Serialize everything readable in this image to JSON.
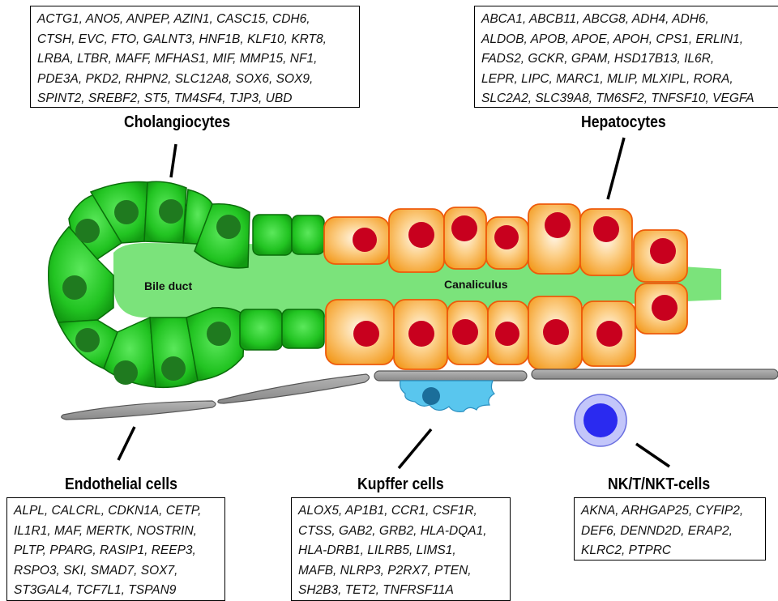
{
  "cell_types": {
    "cholangiocytes": {
      "title": "Cholangiocytes",
      "genes": [
        "ACTG1, ANO5, ANPEP, AZIN1, CASC15, CDH6,",
        "CTSH, EVC, FTO, GALNT3, HNF1B, KLF10, KRT8,",
        "LRBA, LTBR, MAFF, MFHAS1, MIF, MMP15, NF1,",
        "PDE3A, PKD2, RHPN2, SLC12A8, SOX6, SOX9,",
        "SPINT2, SREBF2, ST5, TM4SF4, TJP3, UBD"
      ]
    },
    "hepatocytes": {
      "title": "Hepatocytes",
      "genes": [
        "ABCA1, ABCB11, ABCG8, ADH4, ADH6,",
        "ALDOB, APOB, APOE, APOH, CPS1, ERLIN1,",
        "FADS2, GCKR, GPAM, HSD17B13, IL6R,",
        "LEPR, LIPC, MARC1, MLIP, MLXIPL, RORA,",
        "SLC2A2, SLC39A8, TM6SF2, TNFSF10, VEGFA"
      ]
    },
    "endothelial": {
      "title": "Endothelial cells",
      "genes": [
        "ALPL, CALCRL, CDKN1A, CETP,",
        "IL1R1, MAF, MERTK, NOSTRIN,",
        "PLTP, PPARG, RASIP1, REEP3,",
        "RSPO3, SKI, SMAD7, SOX7,",
        "ST3GAL4, TCF7L1, TSPAN9"
      ]
    },
    "kupffer": {
      "title": "Kupffer cells",
      "genes": [
        "ALOX5, AP1B1, CCR1, CSF1R,",
        "CTSS, GAB2, GRB2, HLA-DQA1,",
        "HLA-DRB1, LILRB5, LIMS1,",
        "MAFB, NLRP3, P2RX7, PTEN,",
        "SH2B3, TET2, TNFRSF11A"
      ]
    },
    "nk": {
      "title": "NK/T/NKT-cells",
      "genes": [
        "AKNA, ARHGAP25, CYFIP2,",
        "DEF6, DENND2D, ERAP2,",
        "KLRC2, PTPRC"
      ]
    }
  },
  "lumen_labels": {
    "bile_duct": "Bile duct",
    "canaliculus": "Canaliculus"
  },
  "colors": {
    "cholangiocyte_fill": "#22c422",
    "cholangiocyte_nucleus": "#1f7a1f",
    "hepatocyte_fill": "#f7a53a",
    "hepatocyte_nucleus": "#c8001e",
    "lumen": "#7be37b",
    "endothelium": "#999999",
    "kupffer": "#59c6ee",
    "kupffer_nucleus": "#1b6e9a",
    "nk_outer": "#b9bdf8",
    "nk_inner": "#2a2af0"
  }
}
